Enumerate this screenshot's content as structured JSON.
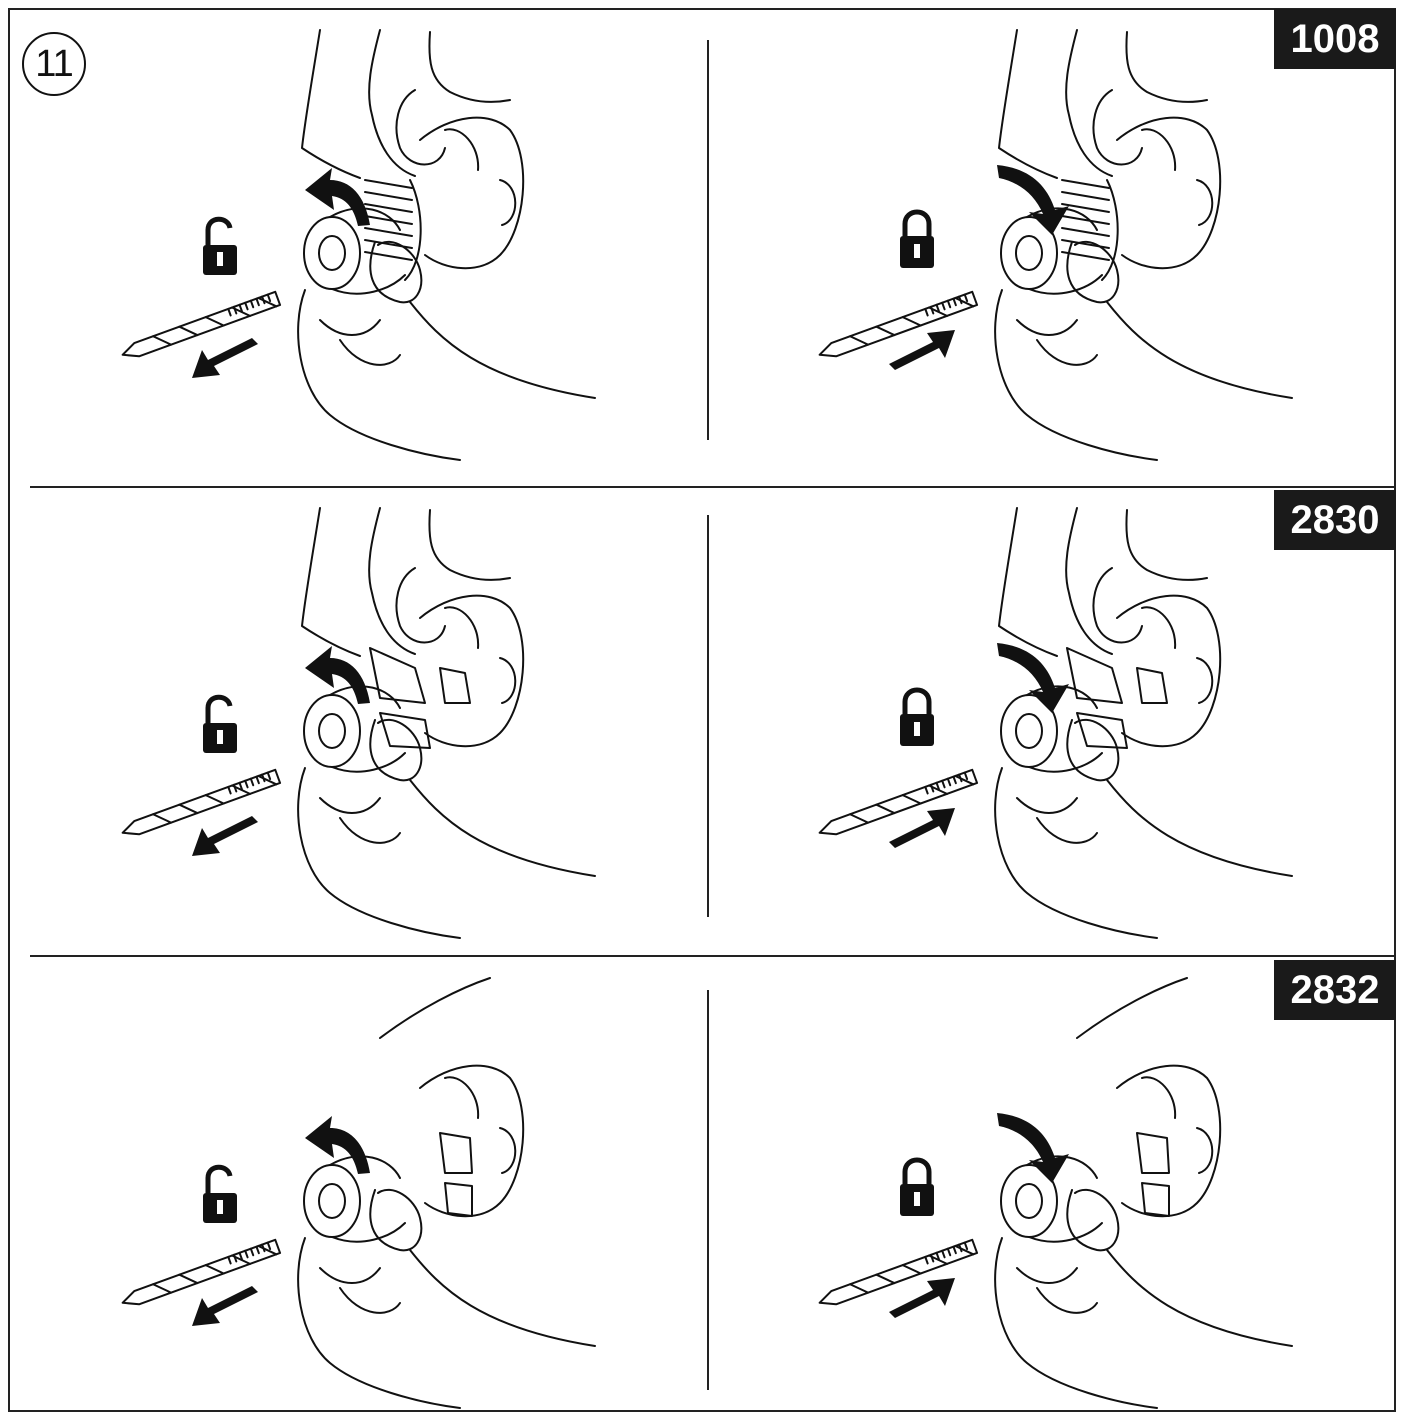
{
  "figure": {
    "step_number": "11",
    "rows": [
      {
        "model": "1008",
        "left_panel": {
          "action": "loosen",
          "lock_icon": "unlock-icon"
        },
        "right_panel": {
          "action": "tighten",
          "lock_icon": "lock-icon"
        }
      },
      {
        "model": "2830",
        "left_panel": {
          "action": "loosen",
          "lock_icon": "unlock-icon"
        },
        "right_panel": {
          "action": "tighten",
          "lock_icon": "lock-icon"
        }
      },
      {
        "model": "2832",
        "left_panel": {
          "action": "loosen",
          "lock_icon": "unlock-icon"
        },
        "right_panel": {
          "action": "tighten",
          "lock_icon": "lock-icon"
        }
      }
    ]
  },
  "colors": {
    "ink": "#111111",
    "badge_bg": "#1a1a1a",
    "badge_text": "#ffffff",
    "paper": "#ffffff"
  }
}
